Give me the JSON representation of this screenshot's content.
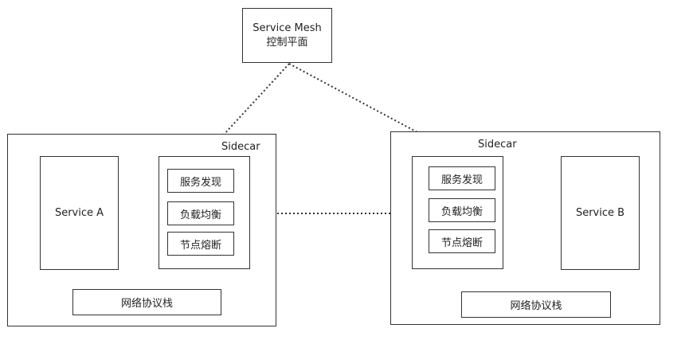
{
  "control_plane": {
    "title": "Service Mesh",
    "subtitle": "控制平面"
  },
  "node_left": {
    "service_label": "Service A",
    "sidecar_label": "Sidecar",
    "functions": [
      "服务发现",
      "负载均衡",
      "节点熔断"
    ],
    "network_label": "网络协议栈"
  },
  "node_right": {
    "service_label": "Service B",
    "sidecar_label": "Sidecar",
    "functions": [
      "服务发现",
      "负载均衡",
      "节点熔断"
    ],
    "network_label": "网络协议栈"
  }
}
